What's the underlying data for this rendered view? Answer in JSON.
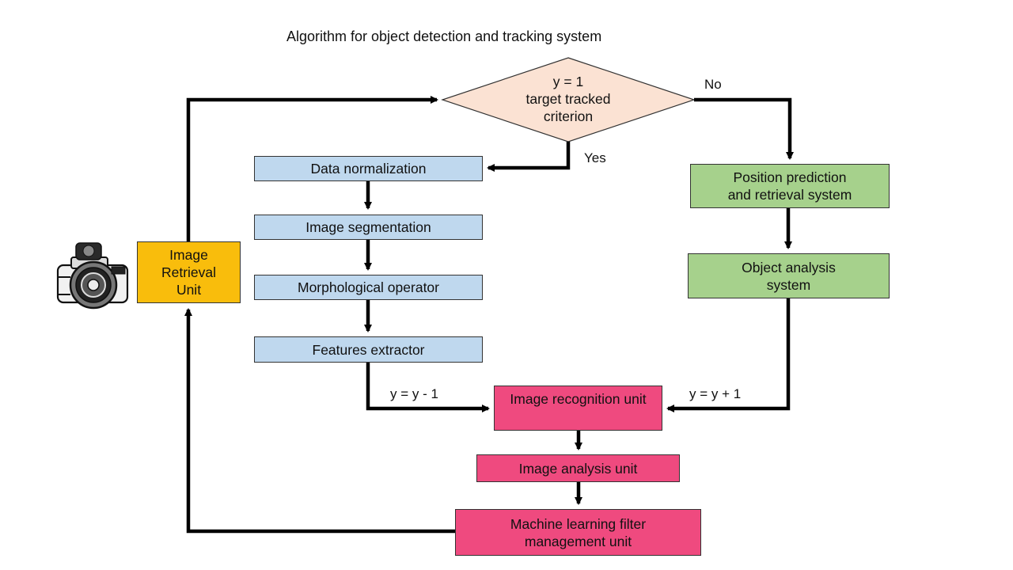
{
  "title": "Algorithm for object detection and tracking system",
  "decision": {
    "text": "y = 1\ntarget tracked\ncriterion",
    "color": "#fbe2d3"
  },
  "labels": {
    "yes": "Yes",
    "no": "No",
    "y_minus": "y = y - 1",
    "y_plus": "y = y + 1"
  },
  "boxes": {
    "image_retrieval": "Image\nRetrieval\nUnit",
    "data_normalization": "Data normalization",
    "image_segmentation": "Image segmentation",
    "morphological_operator": "Morphological operator",
    "features_extractor": "Features extractor",
    "position_prediction": "Position prediction\nand retrieval system",
    "object_analysis": "Object analysis\nsystem",
    "image_recognition": "Image recognition unit",
    "image_analysis": "Image analysis unit",
    "ml_filter": "Machine learning filter\nmanagement unit"
  },
  "colors": {
    "blue": "#bfd8ee",
    "green": "#a6d18c",
    "pink": "#ef4a7f",
    "orange": "#f9bd0c"
  },
  "icons": {
    "camera": "camera-icon"
  }
}
